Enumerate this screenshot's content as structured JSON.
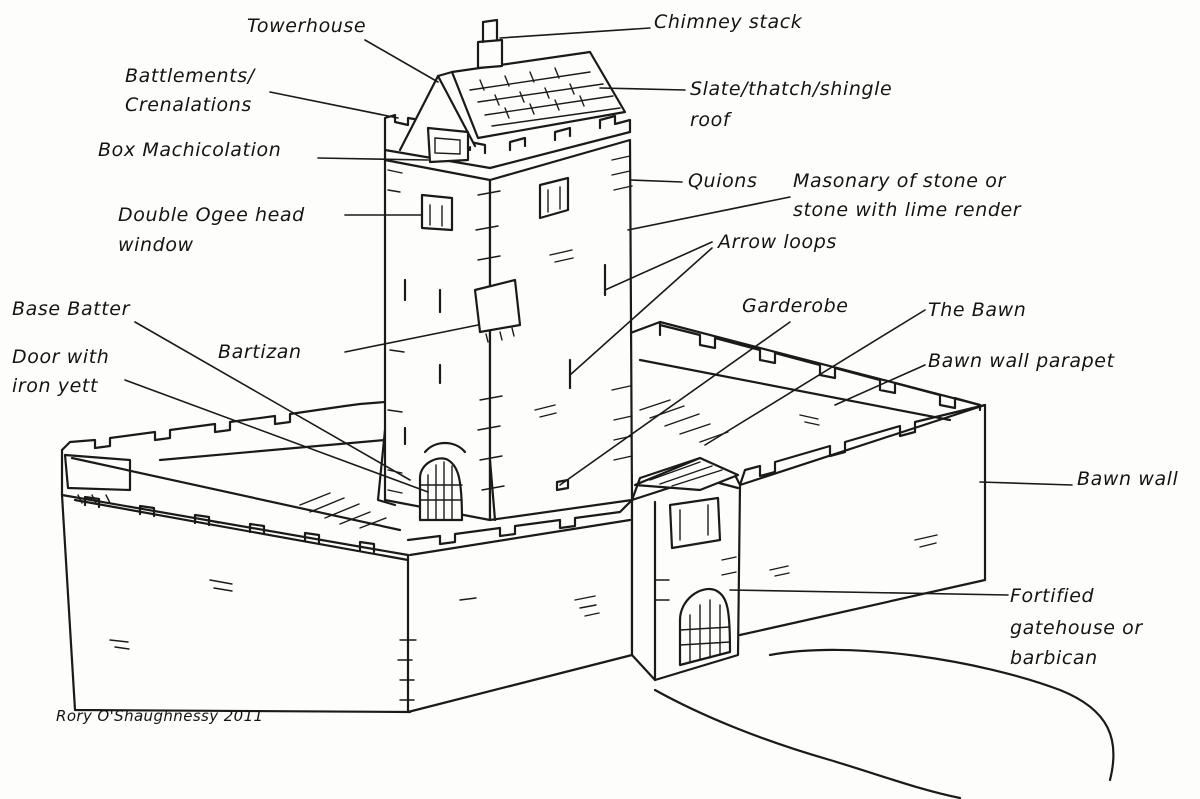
{
  "labels": {
    "towerhouse": "Towerhouse",
    "chimney": "Chimney stack",
    "battlements_1": "Battlements/",
    "battlements_2": "Crenalations",
    "roof_1": "Slate/thatch/shingle",
    "roof_2": "roof",
    "box_machicolation": "Box Machicolation",
    "quions": "Quions",
    "masonary_1": "Masonary of stone or",
    "masonary_2": "stone with lime render",
    "window_1": "Double Ogee head",
    "window_2": "window",
    "arrow_loops": "Arrow loops",
    "base_batter": "Base Batter",
    "garderobe": "Garderobe",
    "the_bawn": "The Bawn",
    "door_1": "Door with",
    "door_2": "iron yett",
    "bartizan": "Bartizan",
    "bawn_parapet": "Bawn wall parapet",
    "bawn_wall": "Bawn wall",
    "gatehouse_1": "Fortified",
    "gatehouse_2": "gatehouse or",
    "gatehouse_3": "barbican"
  },
  "credit": "Rory O'Shaughnessy 2011",
  "colors": {
    "ink": "#1a1a1a",
    "paper": "#fdfdfb"
  }
}
